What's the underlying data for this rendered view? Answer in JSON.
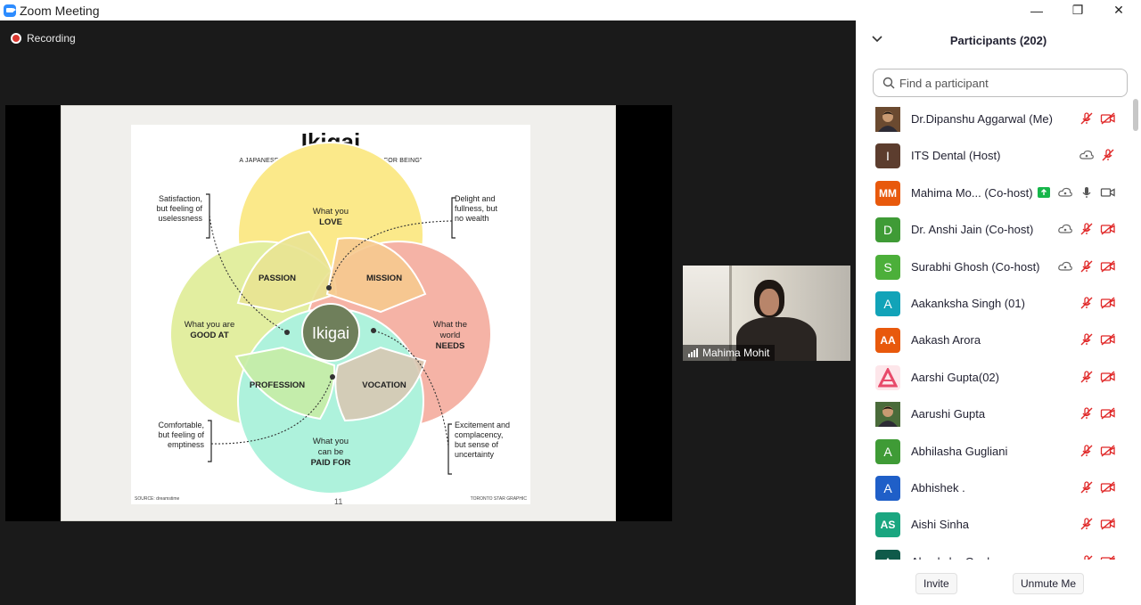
{
  "window": {
    "title": "Zoom Meeting",
    "minimize": "—",
    "maximize": "❐",
    "close": "✕"
  },
  "recording": {
    "label": "Recording"
  },
  "slide": {
    "title": "Ikigai",
    "subtitle": "A JAPANESE CONCEPT MEANING “A REASON FOR BEING”",
    "center": "Ikigai",
    "love": [
      "What you",
      "LOVE"
    ],
    "good_at": [
      "What you are",
      "GOOD AT"
    ],
    "needs": [
      "What the",
      "world",
      "NEEDS"
    ],
    "paid_for": [
      "What you",
      "can be",
      "PAID FOR"
    ],
    "passion": "PASSION",
    "mission": "MISSION",
    "profession": "PROFESSION",
    "vocation": "VOCATION",
    "note_tl": [
      "Satisfaction,",
      "but feeling of",
      "uselessness"
    ],
    "note_tr": [
      "Delight and",
      "fullness, but",
      "no wealth"
    ],
    "note_bl": [
      "Comfortable,",
      "but feeling of",
      "emptiness"
    ],
    "note_br": [
      "Excitement and",
      "complacency,",
      "but sense of",
      "uncertainty"
    ],
    "source": "SOURCE: dreamstime",
    "credit": "TORONTO STAR GRAPHIC",
    "page": "11",
    "colors": {
      "love": "#fbe98a",
      "good_at": "#e2eea0",
      "needs": "#f5b3a6",
      "paid_for": "#aef2dc",
      "passion": "#e9e392",
      "mission": "#f6c98f",
      "profession": "#c6eca5",
      "vocation": "#d7c8b3",
      "center": "#6f7f5b"
    }
  },
  "self_view": {
    "name": "Mahima Mohit"
  },
  "panel": {
    "title": "Participants (202)",
    "search_placeholder": "Find a participant",
    "invite": "Invite",
    "unmute": "Unmute Me"
  },
  "participants": [
    {
      "name": "Dr.Dipanshu Aggarwal (Me)",
      "avatar": "",
      "color": "#6b4a30",
      "photo": true,
      "icons": [
        "mic-muted-icon",
        "video-off-icon"
      ]
    },
    {
      "name": "ITS Dental (Host)",
      "avatar": "I",
      "color": "#5c3d2e",
      "icons": [
        "cloud-icon",
        "mic-muted-icon"
      ]
    },
    {
      "name": "Mahima Mo...  (Co-host)",
      "avatar": "MM",
      "color": "#e8590c",
      "icons": [
        "share-badge-icon",
        "cloud-icon",
        "mic-icon",
        "video-icon"
      ]
    },
    {
      "name": "Dr. Anshi Jain (Co-host)",
      "avatar": "D",
      "color": "#3f9b36",
      "icons": [
        "cloud-icon",
        "mic-muted-icon",
        "video-off-icon"
      ]
    },
    {
      "name": "Surabhi Ghosh (Co-host)",
      "avatar": "S",
      "color": "#4caf3a",
      "icons": [
        "cloud-icon",
        "mic-muted-icon",
        "video-off-icon"
      ]
    },
    {
      "name": "Aakanksha Singh (01)",
      "avatar": "A",
      "color": "#12a3b8",
      "icons": [
        "mic-muted-icon",
        "video-off-icon"
      ]
    },
    {
      "name": "Aakash Arora",
      "avatar": "AA",
      "color": "#e8590c",
      "icons": [
        "mic-muted-icon",
        "video-off-icon"
      ]
    },
    {
      "name": "Aarshi Gupta(02)",
      "avatar": "",
      "color": "#e84a6a",
      "logo": true,
      "icons": [
        "mic-muted-icon",
        "video-off-icon"
      ]
    },
    {
      "name": "Aarushi Gupta",
      "avatar": "",
      "color": "#4a6b3a",
      "photo": true,
      "icons": [
        "mic-muted-icon",
        "video-off-icon"
      ]
    },
    {
      "name": "Abhilasha Gugliani",
      "avatar": "A",
      "color": "#3f9b36",
      "icons": [
        "mic-muted-icon",
        "video-off-icon"
      ]
    },
    {
      "name": "Abhishek .",
      "avatar": "A",
      "color": "#1f5fc8",
      "icons": [
        "mic-muted-icon",
        "video-off-icon"
      ]
    },
    {
      "name": "Aishi Sinha",
      "avatar": "AS",
      "color": "#1aa680",
      "icons": [
        "mic-muted-icon",
        "video-off-icon"
      ]
    },
    {
      "name": "Akanksha Goel",
      "avatar": "A",
      "color": "#0f5a4a",
      "icons": [
        "mic-muted-icon",
        "video-off-icon"
      ]
    }
  ]
}
